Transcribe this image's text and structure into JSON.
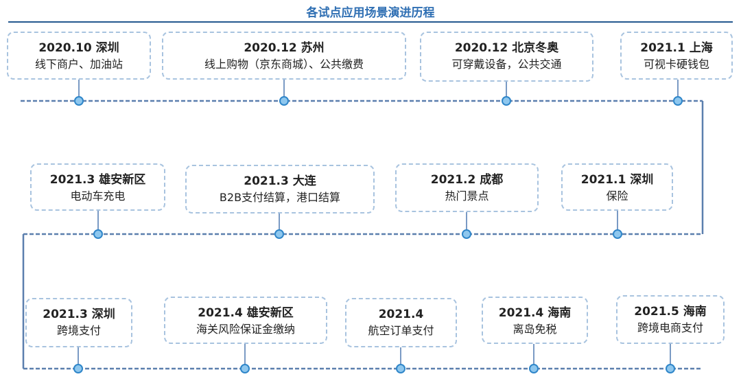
{
  "title": "各试点应用场景演进历程",
  "rows": [
    {
      "items": [
        {
          "date": "2020.10 深圳",
          "desc": "线下商户、加油站"
        },
        {
          "date": "2020.12 苏州",
          "desc": "线上购物（京东商城）、公共缴费"
        },
        {
          "date": "2020.12 北京冬奥",
          "desc": "可穿戴设备，公共交通"
        },
        {
          "date": "2021.1 上海",
          "desc": "可视卡硬钱包"
        }
      ]
    },
    {
      "items": [
        {
          "date": "2021.3 雄安新区",
          "desc": "电动车充电"
        },
        {
          "date": "2021.3 大连",
          "desc": "B2B支付结算，港口结算"
        },
        {
          "date": "2021.2 成都",
          "desc": "热门景点"
        },
        {
          "date": "2021.1 深圳",
          "desc": "保险"
        }
      ]
    },
    {
      "items": [
        {
          "date": "2021.3 深圳",
          "desc": "跨境支付"
        },
        {
          "date": "2021.4 雄安新区",
          "desc": "海关风险保证金缴纳"
        },
        {
          "date": "2021.4",
          "desc": "航空订单支付"
        },
        {
          "date": "2021.4 海南",
          "desc": "离岛免税"
        },
        {
          "date": "2021.5 海南",
          "desc": "跨境电商支付"
        }
      ]
    }
  ],
  "colors": {
    "title": "#2f6fb3",
    "line": "#5b7fae",
    "dot_fill": "#8ec7ee",
    "dot_stroke": "#2f86c9",
    "box_border": "#a8c3df"
  }
}
